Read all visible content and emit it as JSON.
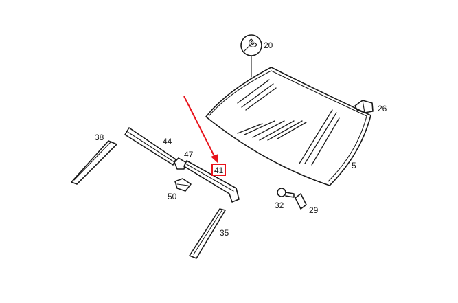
{
  "diagram": {
    "callouts": {
      "c20": "20",
      "c26": "26",
      "c5": "5",
      "c38": "38",
      "c44": "44",
      "c47": "47",
      "c41": "41",
      "c50": "50",
      "c32": "32",
      "c29": "29",
      "c35": "35"
    },
    "highlight": {
      "part": "41",
      "color": "#e8131b"
    },
    "line_color": "#1a1a1a",
    "icons": {
      "tool_symbol": "wrench-icon"
    }
  }
}
